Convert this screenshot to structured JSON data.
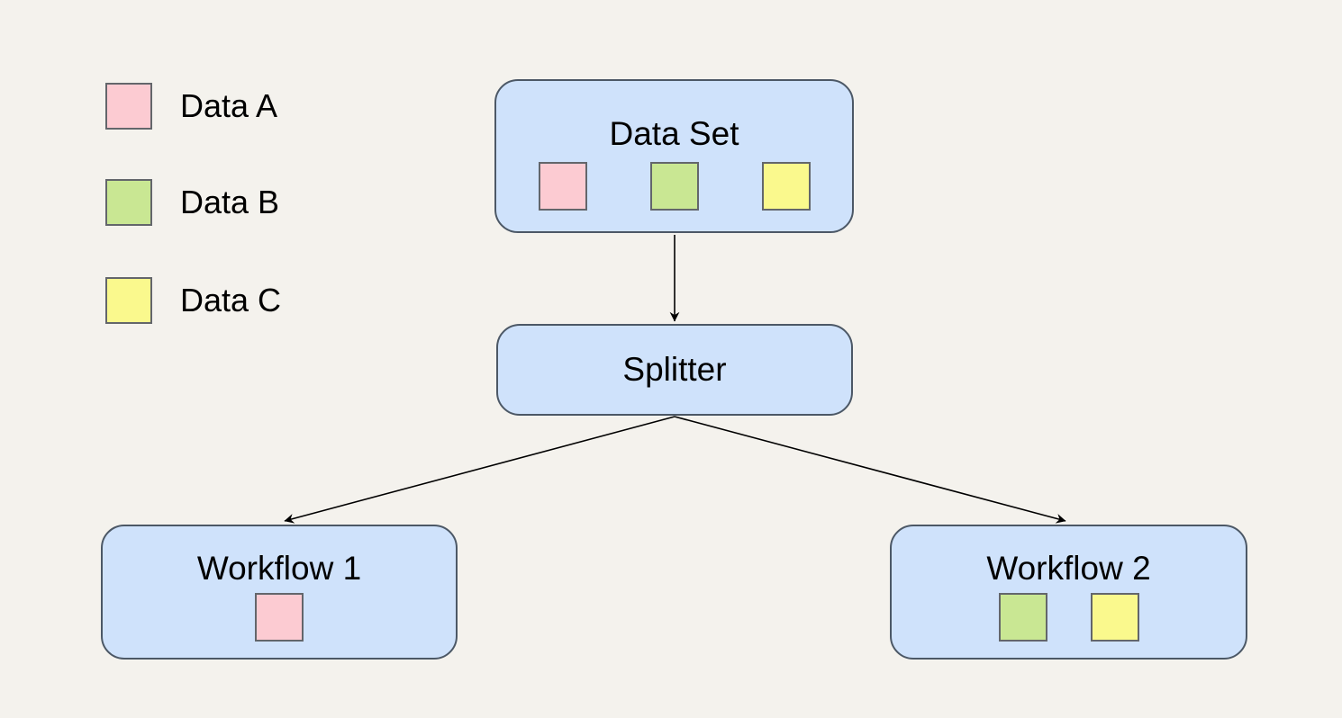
{
  "palette": {
    "background": "#F4F2ED",
    "node_fill": "#CFE2FB",
    "node_border": "#4C5866",
    "swatch_border": "#63666B",
    "arrow": "#000000",
    "text": "#000000"
  },
  "legend": {
    "items": [
      {
        "label": "Data A",
        "color": "#FCCBD2"
      },
      {
        "label": "Data B",
        "color": "#C9E793"
      },
      {
        "label": "Data C",
        "color": "#FAF98D"
      }
    ]
  },
  "nodes": {
    "data_set": {
      "label": "Data Set",
      "items": [
        {
          "name": "data-a",
          "color": "#FCCBD2"
        },
        {
          "name": "data-b",
          "color": "#C9E793"
        },
        {
          "name": "data-c",
          "color": "#FAF98D"
        }
      ]
    },
    "splitter": {
      "label": "Splitter"
    },
    "workflow_1": {
      "label": "Workflow 1",
      "items": [
        {
          "name": "data-a",
          "color": "#FCCBD2"
        }
      ]
    },
    "workflow_2": {
      "label": "Workflow 2",
      "items": [
        {
          "name": "data-b",
          "color": "#C9E793"
        },
        {
          "name": "data-c",
          "color": "#FAF98D"
        }
      ]
    }
  },
  "edges": [
    {
      "from": "data_set",
      "to": "splitter"
    },
    {
      "from": "splitter",
      "to": "workflow_1"
    },
    {
      "from": "splitter",
      "to": "workflow_2"
    }
  ]
}
